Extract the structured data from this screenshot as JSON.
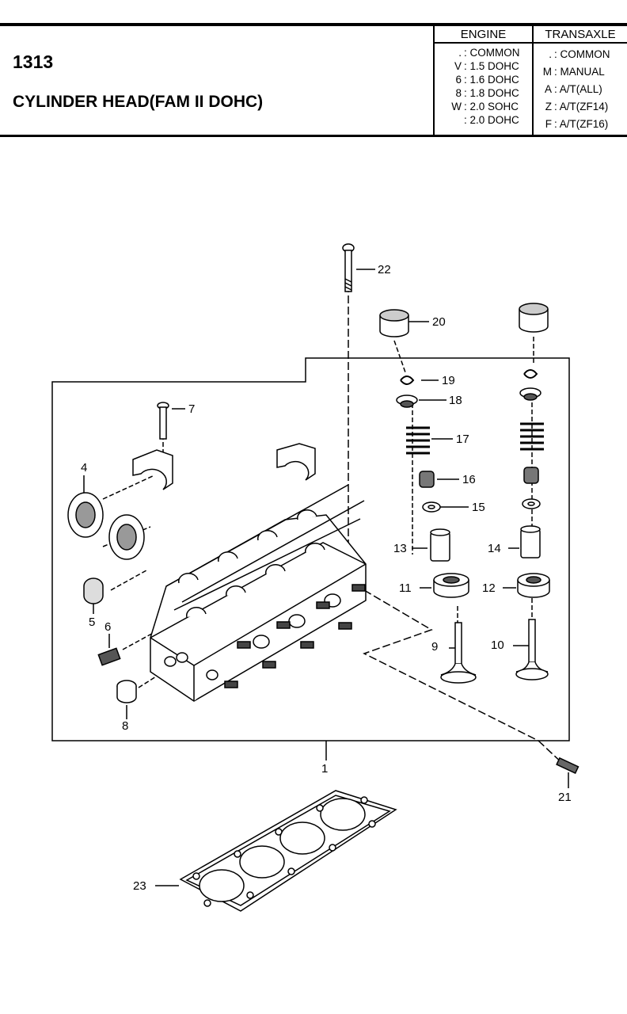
{
  "header": {
    "code": "1313",
    "title": "CYLINDER HEAD(FAM II DOHC)"
  },
  "legend": {
    "engine_title": "ENGINE",
    "transaxle_title": "TRANSAXLE",
    "engine_rows": [
      {
        "key": ".",
        "value": ": COMMON"
      },
      {
        "key": "V",
        "value": ": 1.5 DOHC"
      },
      {
        "key": "6",
        "value": ": 1.6 DOHC"
      },
      {
        "key": "8",
        "value": ": 1.8 DOHC"
      },
      {
        "key": "W",
        "value": ": 2.0 SOHC"
      },
      {
        "key": "",
        "value": ": 2.0 DOHC"
      }
    ],
    "transaxle_rows": [
      {
        "key": ".",
        "value": ": COMMON"
      },
      {
        "key": "M",
        "value": ": MANUAL"
      },
      {
        "key": "A",
        "value": ": A/T(ALL)"
      },
      {
        "key": "Z",
        "value": ": A/T(ZF14)"
      },
      {
        "key": "F",
        "value": ": A/T(ZF16)"
      }
    ]
  },
  "callouts": [
    "1",
    "4",
    "5",
    "6",
    "7",
    "8",
    "9",
    "10",
    "11",
    "12",
    "13",
    "14",
    "15",
    "16",
    "17",
    "18",
    "19",
    "20",
    "21",
    "22",
    "23"
  ]
}
